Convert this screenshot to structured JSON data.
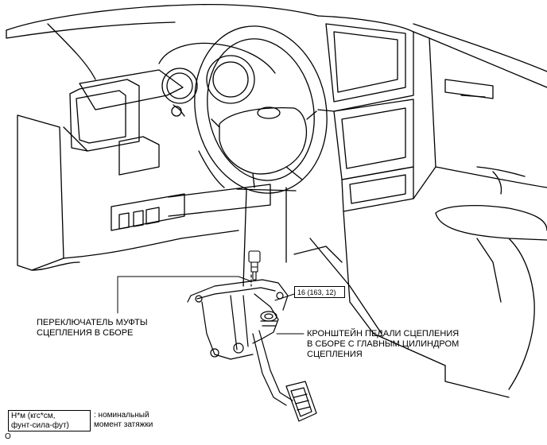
{
  "labels": {
    "switch": "ПЕРЕКЛЮЧАТЕЛЬ МУФТЫ\nСЦЕПЛЕНИЯ В СБОРЕ",
    "bracket": "КРОНШТЕЙН ПЕДАЛИ СЦЕПЛЕНИЯ\nВ СБОРЕ С ГЛАВНЫМ ЦИЛИНДРОМ\nСЦЕПЛЕНИЯ",
    "torque": "16 (163, 12)"
  },
  "legend": {
    "box": "Н*м (кгс*см,\nфунт-сила-фут)",
    "text": ": номинальный\nмомент затяжки"
  },
  "corner_mark": "O"
}
